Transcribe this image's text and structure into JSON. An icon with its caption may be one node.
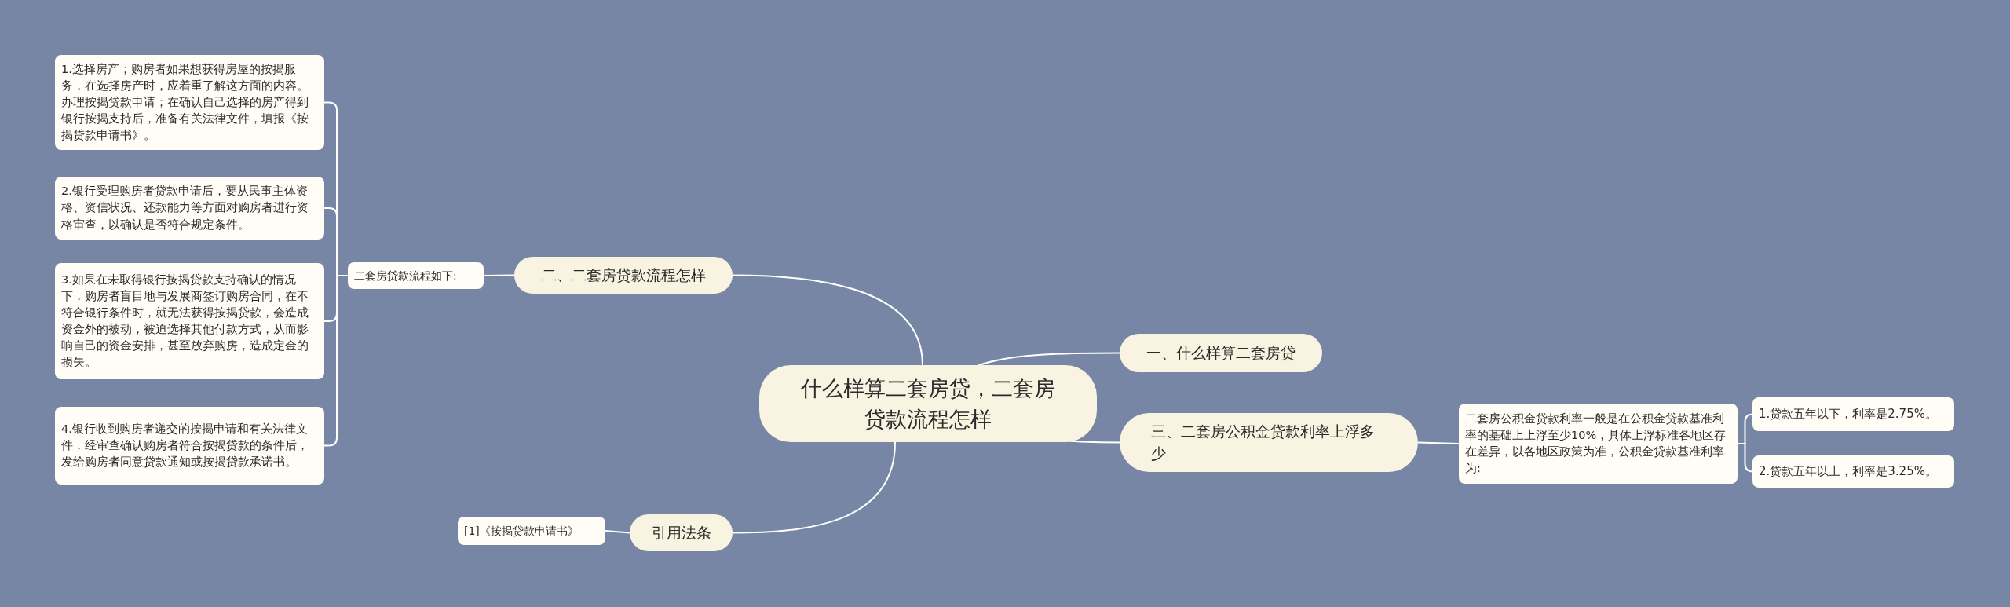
{
  "diagram": {
    "nodes": [
      {
        "text": [
          "什么样算二套房贷，二套房贷款流程怎样"
        ]
      },
      {
        "text": [
          "二、二套房贷款流程怎样"
        ]
      },
      {
        "text": [
          "二套房贷款流程如下:"
        ]
      },
      {
        "text": [
          "1.选择房产；购房者如果想获得房屋的按揭服务，在选择房产时，应着重了解这方面的内容。办理按揭贷款申请；在确认自己选择的房产得到银行按揭支持后，准备有关法律文件，填报《按揭贷款申请书》。"
        ]
      },
      {
        "text": [
          "2.银行受理购房者贷款申请后，要从民事主体资格、资信状况、还款能力等方面对购房者进行资格审查，以确认是否符合规定条件。"
        ]
      },
      {
        "text": [
          "3.如果在未取得银行按揭贷款支持确认的情况下，购房者盲目地与发展商签订购房合同，在不符合银行条件时，就无法获得按揭贷款，会造成资金外的被动，被迫选择其他付款方式，从而影响自己的资金安排，甚至放弃购房，造成定金的损失。"
        ]
      },
      {
        "text": [
          "4.银行收到购房者递交的按揭申请和有关法律文件，经审查确认购房者符合按揭贷款的条件后，发给购房者同意贷款通知或按揭贷款承诺书。"
        ]
      },
      {
        "text": [
          "一、什么样算二套房贷"
        ]
      },
      {
        "text": [
          "三、二套房公积金贷款利率上浮多少"
        ]
      },
      {
        "text": [
          "二套房公积金贷款利率一般是在公积金贷款基准利率的基础上上浮至少10%，具体上浮标准各地区存在差异，以各地区政策为准，公积金贷款基准利率为:"
        ]
      },
      {
        "text": [
          "1.贷款五年以下，利率是2.75%。"
        ]
      },
      {
        "text": [
          "2.贷款五年以上，利率是3.25%。"
        ]
      },
      {
        "text": [
          "引用法条"
        ]
      },
      {
        "text": [
          "[1]《按揭贷款申请书》"
        ]
      }
    ],
    "edges": [
      {
        "from": 0,
        "to": 1,
        "arrow": "none"
      },
      {
        "from": 1,
        "to": 2,
        "arrow": "none"
      },
      {
        "from": 2,
        "to": 3,
        "arrow": "none"
      },
      {
        "from": 2,
        "to": 4,
        "arrow": "none"
      },
      {
        "from": 2,
        "to": 5,
        "arrow": "none"
      },
      {
        "from": 2,
        "to": 6,
        "arrow": "none"
      },
      {
        "from": 0,
        "to": 7,
        "arrow": "none"
      },
      {
        "from": 0,
        "to": 8,
        "arrow": "none"
      },
      {
        "from": 8,
        "to": 9,
        "arrow": "none"
      },
      {
        "from": 9,
        "to": 10,
        "arrow": "none"
      },
      {
        "from": 9,
        "to": 11,
        "arrow": "none"
      },
      {
        "from": 0,
        "to": 12,
        "arrow": "none"
      },
      {
        "from": 12,
        "to": 13,
        "arrow": "none"
      }
    ]
  }
}
